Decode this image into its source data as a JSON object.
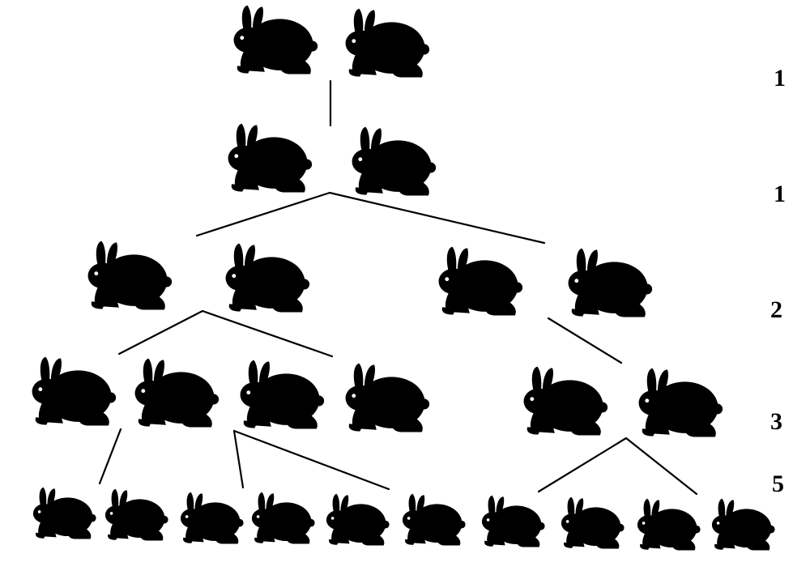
{
  "colors": {
    "ink": "#000000",
    "background": "#ffffff",
    "eye": "#ffffff"
  },
  "icon": "rabbit-icon",
  "generations": [
    {
      "count_label": "1",
      "rabbit_count": 2
    },
    {
      "count_label": "1",
      "rabbit_count": 2
    },
    {
      "count_label": "2",
      "rabbit_count": 4
    },
    {
      "count_label": "3",
      "rabbit_count": 6
    },
    {
      "count_label": "5",
      "rabbit_count": 10
    }
  ]
}
